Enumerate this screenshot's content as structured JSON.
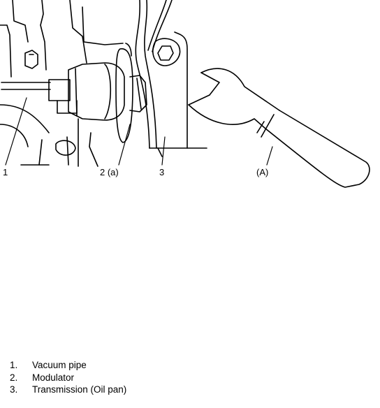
{
  "callouts": {
    "vacuum_pipe": "1",
    "modulator": "2 (a)",
    "transmission": "3",
    "tool": "(A)"
  },
  "legend": [
    {
      "number": "1.",
      "label": "Vacuum pipe"
    },
    {
      "number": "2.",
      "label": "Modulator"
    },
    {
      "number": "3.",
      "label": "Transmission (Oil pan)"
    }
  ]
}
